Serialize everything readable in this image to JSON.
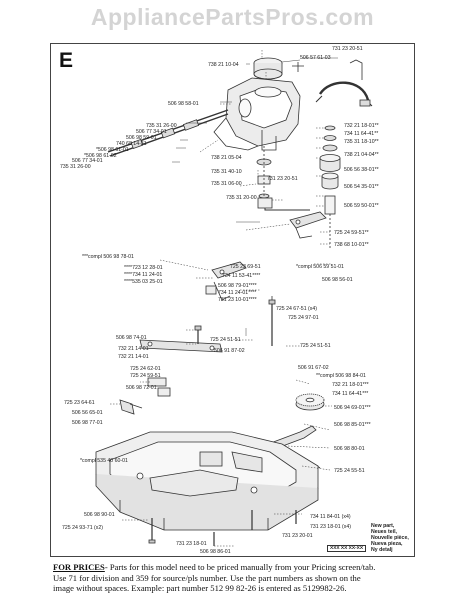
{
  "header": {
    "site_title": "AppliancePartsPros.com"
  },
  "diagram": {
    "section_letter": "E",
    "labels": [
      "731 23 20-51",
      "506 57 61-03",
      "738 21 10-04",
      "506 98 58-01",
      "735 31 26-00",
      "506 77 34-01",
      "506 98 59-01",
      "740 68 14-31",
      "*506 98 61-01",
      "*506 98 61-02",
      "506 77 34-01",
      "735 31 26-00",
      "732 21 18-01**",
      "734 11 64-41**",
      "735 31 18-10**",
      "738 21 04-04**",
      "506 56 38-01**",
      "506 54 35-01**",
      "506 59 50-01**",
      "738 21 05-04",
      "735 31 40-10",
      "735 31 06-00",
      "731 23 20-51",
      "735 31 20-00",
      "725 24 59-51**",
      "738 68 10-01**",
      "***compl 506 98 78-01",
      "****723 12 28-01",
      "****734 11 24-01",
      "****535 03 25-01",
      "725 23 69-51",
      "734 11 53-41****",
      "506 98 79-01****",
      "734 11 24-01****",
      "731 23 10-01****",
      "*compl 506 59 51-01",
      "506 98 56-01",
      "725 24 67-51 (x4)",
      "725 24 97-01",
      "506 98 74-01",
      "725 24 51-51",
      "732 21 14-01",
      "732 21 14-01",
      "506 91 87-02",
      "725 24 51-51",
      "725 24 62-01",
      "725 24 59-51",
      "506 91 67-02",
      "506 98 72-01",
      "**compl 506 98 84-01",
      "732 21 18-01***",
      "734 11 64-41***",
      "725 23 64-61",
      "506 56 65-01",
      "506 98 77-01",
      "506 94 69-01***",
      "506 98 85-01***",
      "*compl 535 40 60-01",
      "506 98 80-01",
      "725 24 55-51",
      "506 98 90-01",
      "734 11 84-01 (x4)",
      "725 24 93-71 (x2)",
      "731 23 18-01 (x4)",
      "731 23 20-01",
      "731 23 18-01",
      "506 98 86-01"
    ]
  },
  "legend": {
    "new_part_lines": [
      "New part,",
      "Neues teil,",
      "Nouvelle pièce,",
      "Nueva pieza,",
      "Ny detalj"
    ],
    "xxx_label": "XXX XX XX-XX"
  },
  "footer": {
    "lead": "FOR PRICES",
    "line1": "- Parts for this model need to be priced manually from your Pricing screen/tab.",
    "line2": "Use 71 for division and 359 for source/pls number.  Use the part numbers as shown on the",
    "line3": "image without spaces.  Example: part number 512 99 82-26 is entered as 5129982-26."
  }
}
